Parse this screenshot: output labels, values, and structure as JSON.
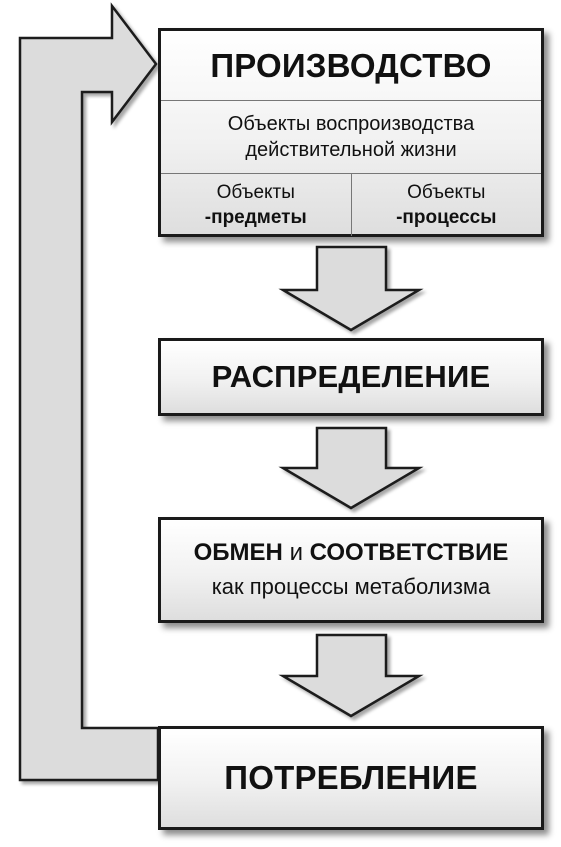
{
  "production": {
    "title": "ПРОИЗВОДСТВО",
    "subtitle_line1": "Объекты воспроизводства",
    "subtitle_line2": "действительной жизни",
    "left_col_line1": "Объекты",
    "left_col_line2": "-предметы",
    "right_col_line1": "Объекты",
    "right_col_line2": "-процессы"
  },
  "distribution": {
    "title": "РАСПРЕДЕЛЕНИЕ"
  },
  "exchange": {
    "title_part1": "ОБМЕН",
    "title_connector": "и",
    "title_part2": "СООТВЕТСТВИЕ",
    "subtitle": "как процессы метаболизма"
  },
  "consumption": {
    "title": "ПОТРЕБЛЕНИЕ"
  },
  "colors": {
    "arrow_fill": "#dcdcdc",
    "stroke": "#1a1a1a"
  }
}
